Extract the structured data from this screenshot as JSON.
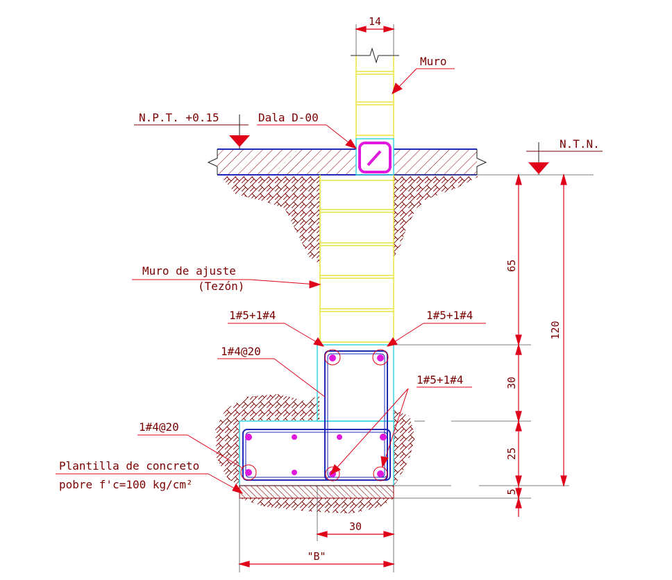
{
  "colors": {
    "red": "#e0001a",
    "blue": "#1f2ab8",
    "yellow": "#e6e639",
    "cyan": "#37d6e0",
    "magenta": "#e01adc",
    "hatch": "#7a0000",
    "text": "#7a0000"
  },
  "labels": {
    "wall_width": "14",
    "muro": "Muro",
    "npt": "N.P.T. +0.15",
    "dala": "Dala D-00",
    "ntn": "N.T.N.",
    "muro_ajuste_1": "Muro de ajuste",
    "muro_ajuste_2": "(Tezón)",
    "rebar_left": "1#5+1#4",
    "rebar_right": "1#5+1#4",
    "rebar_mid": "1#5+1#4",
    "stirrup_upper": "1#4@20",
    "stirrup_lower": "1#4@20",
    "plantilla_1": "Plantilla de concreto",
    "plantilla_2": "pobre f'c=100 kg/cm²"
  },
  "dimensions": {
    "d65": "65",
    "d30_vertical": "30",
    "d25": "25",
    "d5": "5",
    "d120": "120",
    "d30_horizontal": "30",
    "dB": "\"B\""
  }
}
